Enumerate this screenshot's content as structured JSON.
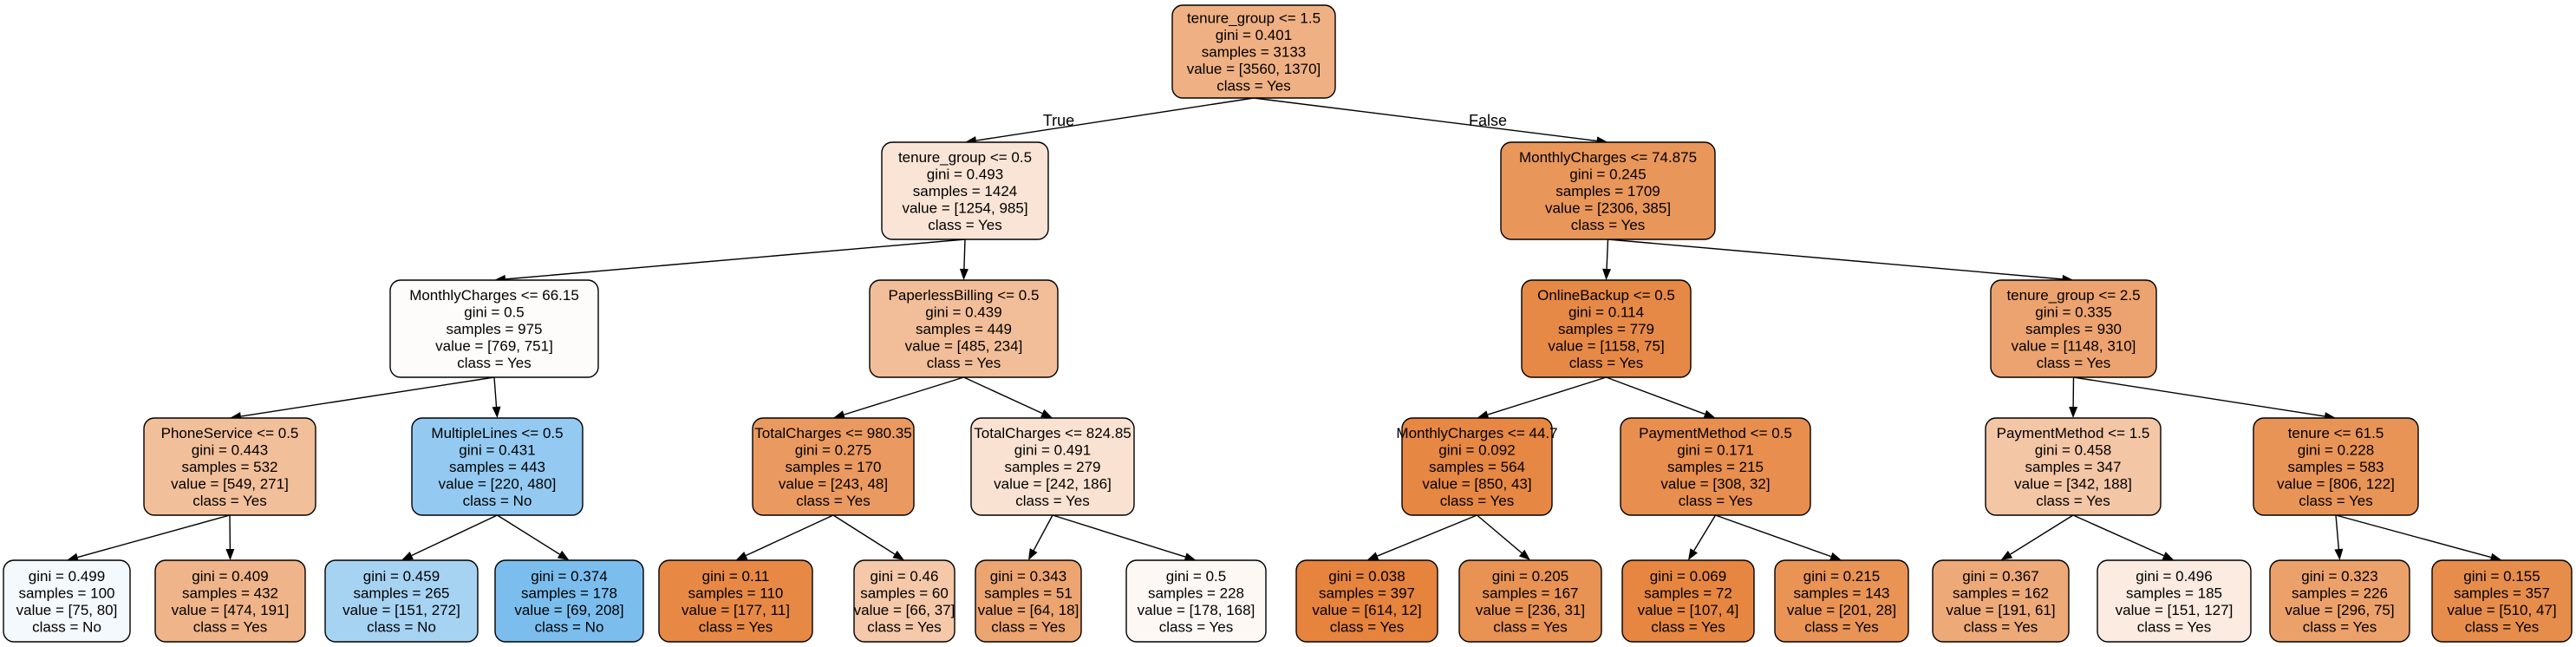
{
  "edge_labels": {
    "true_label": "True",
    "false_label": "False"
  },
  "nodes": [
    {
      "id": "n0",
      "lines": [
        "tenure_group <= 1.5",
        "gini = 0.401",
        "samples = 3133",
        "value = [3560, 1370]",
        "class = Yes"
      ],
      "fill": "#efb083"
    },
    {
      "id": "n1",
      "lines": [
        "tenure_group <= 0.5",
        "gini = 0.493",
        "samples = 1424",
        "value = [1254, 985]",
        "class = Yes"
      ],
      "fill": "#f9e4d5"
    },
    {
      "id": "n2",
      "lines": [
        "MonthlyCharges <= 74.875",
        "gini = 0.245",
        "samples = 1709",
        "value = [2306, 385]",
        "class = Yes"
      ],
      "fill": "#e9965a"
    },
    {
      "id": "n3",
      "lines": [
        "MonthlyCharges <= 66.15",
        "gini = 0.5",
        "samples = 975",
        "value = [769, 751]",
        "class = Yes"
      ],
      "fill": "#fefcfa"
    },
    {
      "id": "n4",
      "lines": [
        "PaperlessBilling <= 0.5",
        "gini = 0.439",
        "samples = 449",
        "value = [485, 234]",
        "class = Yes"
      ],
      "fill": "#f2be99"
    },
    {
      "id": "n5",
      "lines": [
        "OnlineBackup <= 0.5",
        "gini = 0.114",
        "samples = 779",
        "value = [1158, 75]",
        "class = Yes"
      ],
      "fill": "#e78946"
    },
    {
      "id": "n6",
      "lines": [
        "tenure_group <= 2.5",
        "gini = 0.335",
        "samples = 930",
        "value = [1148, 310]",
        "class = Yes"
      ],
      "fill": "#eca36f"
    },
    {
      "id": "n7",
      "lines": [
        "PhoneService <= 0.5",
        "gini = 0.443",
        "samples = 532",
        "value = [549, 271]",
        "class = Yes"
      ],
      "fill": "#f2bf9b"
    },
    {
      "id": "n8",
      "lines": [
        "MultipleLines <= 0.5",
        "gini = 0.431",
        "samples = 443",
        "value = [220, 480]",
        "class = No"
      ],
      "fill": "#94caf1"
    },
    {
      "id": "n9",
      "lines": [
        "TotalCharges <= 980.35",
        "gini = 0.275",
        "samples = 170",
        "value = [243, 48]",
        "class = Yes"
      ],
      "fill": "#ea9a60"
    },
    {
      "id": "n10",
      "lines": [
        "TotalCharges <= 824.85",
        "gini = 0.491",
        "samples = 279",
        "value = [242, 186]",
        "class = Yes"
      ],
      "fill": "#f9e2d1"
    },
    {
      "id": "n11",
      "lines": [
        "MonthlyCharges <= 44.7",
        "gini = 0.092",
        "samples = 564",
        "value = [850, 43]",
        "class = Yes"
      ],
      "fill": "#e68743"
    },
    {
      "id": "n12",
      "lines": [
        "PaymentMethod <= 0.5",
        "gini = 0.171",
        "samples = 215",
        "value = [308, 32]",
        "class = Yes"
      ],
      "fill": "#e88e4e"
    },
    {
      "id": "n13",
      "lines": [
        "PaymentMethod <= 1.5",
        "gini = 0.458",
        "samples = 347",
        "value = [342, 188]",
        "class = Yes"
      ],
      "fill": "#f3c6a6"
    },
    {
      "id": "n14",
      "lines": [
        "tenure <= 61.5",
        "gini = 0.228",
        "samples = 583",
        "value = [806, 122]",
        "class = Yes"
      ],
      "fill": "#e99457"
    },
    {
      "id": "n15",
      "lines": [
        "gini = 0.499",
        "samples = 100",
        "value = [75, 80]",
        "class = No"
      ],
      "fill": "#f3f9fd"
    },
    {
      "id": "n16",
      "lines": [
        "gini = 0.409",
        "samples = 432",
        "value = [474, 191]",
        "class = Yes"
      ],
      "fill": "#efb489"
    },
    {
      "id": "n17",
      "lines": [
        "gini = 0.459",
        "samples = 265",
        "value = [151, 272]",
        "class = No"
      ],
      "fill": "#a7d3f3"
    },
    {
      "id": "n18",
      "lines": [
        "gini = 0.374",
        "samples = 178",
        "value = [69, 208]",
        "class = No"
      ],
      "fill": "#7bbeee"
    },
    {
      "id": "n19",
      "lines": [
        "gini = 0.11",
        "samples = 110",
        "value = [177, 11]",
        "class = Yes"
      ],
      "fill": "#e78945"
    },
    {
      "id": "n20",
      "lines": [
        "gini = 0.46",
        "samples = 60",
        "value = [66, 37]",
        "class = Yes"
      ],
      "fill": "#f4c8a8"
    },
    {
      "id": "n21",
      "lines": [
        "gini = 0.343",
        "samples = 51",
        "value = [64, 18]",
        "class = Yes"
      ],
      "fill": "#eca471"
    },
    {
      "id": "n22",
      "lines": [
        "gini = 0.5",
        "samples = 228",
        "value = [178, 168]",
        "class = Yes"
      ],
      "fill": "#fef8f4"
    },
    {
      "id": "n23",
      "lines": [
        "gini = 0.038",
        "samples = 397",
        "value = [614, 12]",
        "class = Yes"
      ],
      "fill": "#e6833d"
    },
    {
      "id": "n24",
      "lines": [
        "gini = 0.205",
        "samples = 167",
        "value = [236, 31]",
        "class = Yes"
      ],
      "fill": "#e89253"
    },
    {
      "id": "n25",
      "lines": [
        "gini = 0.069",
        "samples = 72",
        "value = [107, 4]",
        "class = Yes"
      ],
      "fill": "#e68640"
    },
    {
      "id": "n26",
      "lines": [
        "gini = 0.215",
        "samples = 143",
        "value = [201, 28]",
        "class = Yes"
      ],
      "fill": "#e99355"
    },
    {
      "id": "n27",
      "lines": [
        "gini = 0.367",
        "samples = 162",
        "value = [191, 61]",
        "class = Yes"
      ],
      "fill": "#eda978"
    },
    {
      "id": "n28",
      "lines": [
        "gini = 0.496",
        "samples = 185",
        "value = [151, 127]",
        "class = Yes"
      ],
      "fill": "#fbebe0"
    },
    {
      "id": "n29",
      "lines": [
        "gini = 0.323",
        "samples = 226",
        "value = [296, 75]",
        "class = Yes"
      ],
      "fill": "#eca16b"
    },
    {
      "id": "n30",
      "lines": [
        "gini = 0.155",
        "samples = 357",
        "value = [510, 47]",
        "class = Yes"
      ],
      "fill": "#e78d4b"
    }
  ],
  "edges": [
    {
      "from": "n0",
      "to": "n1",
      "label": "true_label"
    },
    {
      "from": "n0",
      "to": "n2",
      "label": "false_label"
    },
    {
      "from": "n1",
      "to": "n3"
    },
    {
      "from": "n1",
      "to": "n4"
    },
    {
      "from": "n2",
      "to": "n5"
    },
    {
      "from": "n2",
      "to": "n6"
    },
    {
      "from": "n3",
      "to": "n7"
    },
    {
      "from": "n3",
      "to": "n8"
    },
    {
      "from": "n4",
      "to": "n9"
    },
    {
      "from": "n4",
      "to": "n10"
    },
    {
      "from": "n5",
      "to": "n11"
    },
    {
      "from": "n5",
      "to": "n12"
    },
    {
      "from": "n6",
      "to": "n13"
    },
    {
      "from": "n6",
      "to": "n14"
    },
    {
      "from": "n7",
      "to": "n15"
    },
    {
      "from": "n7",
      "to": "n16"
    },
    {
      "from": "n8",
      "to": "n17"
    },
    {
      "from": "n8",
      "to": "n18"
    },
    {
      "from": "n9",
      "to": "n19"
    },
    {
      "from": "n9",
      "to": "n20"
    },
    {
      "from": "n10",
      "to": "n21"
    },
    {
      "from": "n10",
      "to": "n22"
    },
    {
      "from": "n11",
      "to": "n23"
    },
    {
      "from": "n11",
      "to": "n24"
    },
    {
      "from": "n12",
      "to": "n25"
    },
    {
      "from": "n12",
      "to": "n26"
    },
    {
      "from": "n13",
      "to": "n27"
    },
    {
      "from": "n13",
      "to": "n28"
    },
    {
      "from": "n14",
      "to": "n29"
    },
    {
      "from": "n14",
      "to": "n30"
    }
  ]
}
